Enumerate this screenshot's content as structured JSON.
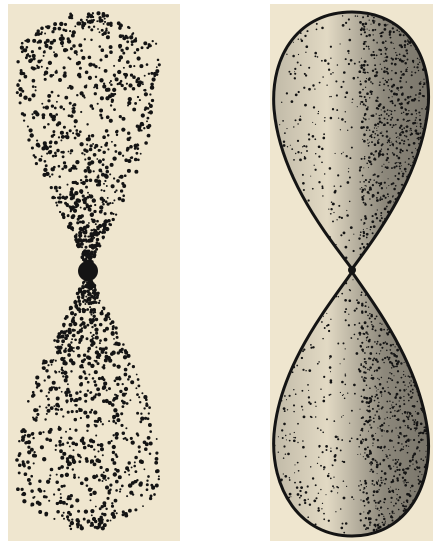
{
  "colors": {
    "paper": "#efe6cf",
    "ink": "#141414",
    "background": "#ffffff"
  },
  "figures": [
    {
      "id": "left",
      "kind": "dot-density-cloud",
      "shape": "two-lobe orbital (p-orbital), stippled point cloud with dark nucleus",
      "has_outline": false,
      "has_nucleus_dot": true
    },
    {
      "id": "right",
      "kind": "outlined-lobes",
      "shape": "two-lobe orbital (p-orbital), outlined with stipple shading darker on right side",
      "has_outline": true,
      "has_nucleus_dot": true
    }
  ]
}
